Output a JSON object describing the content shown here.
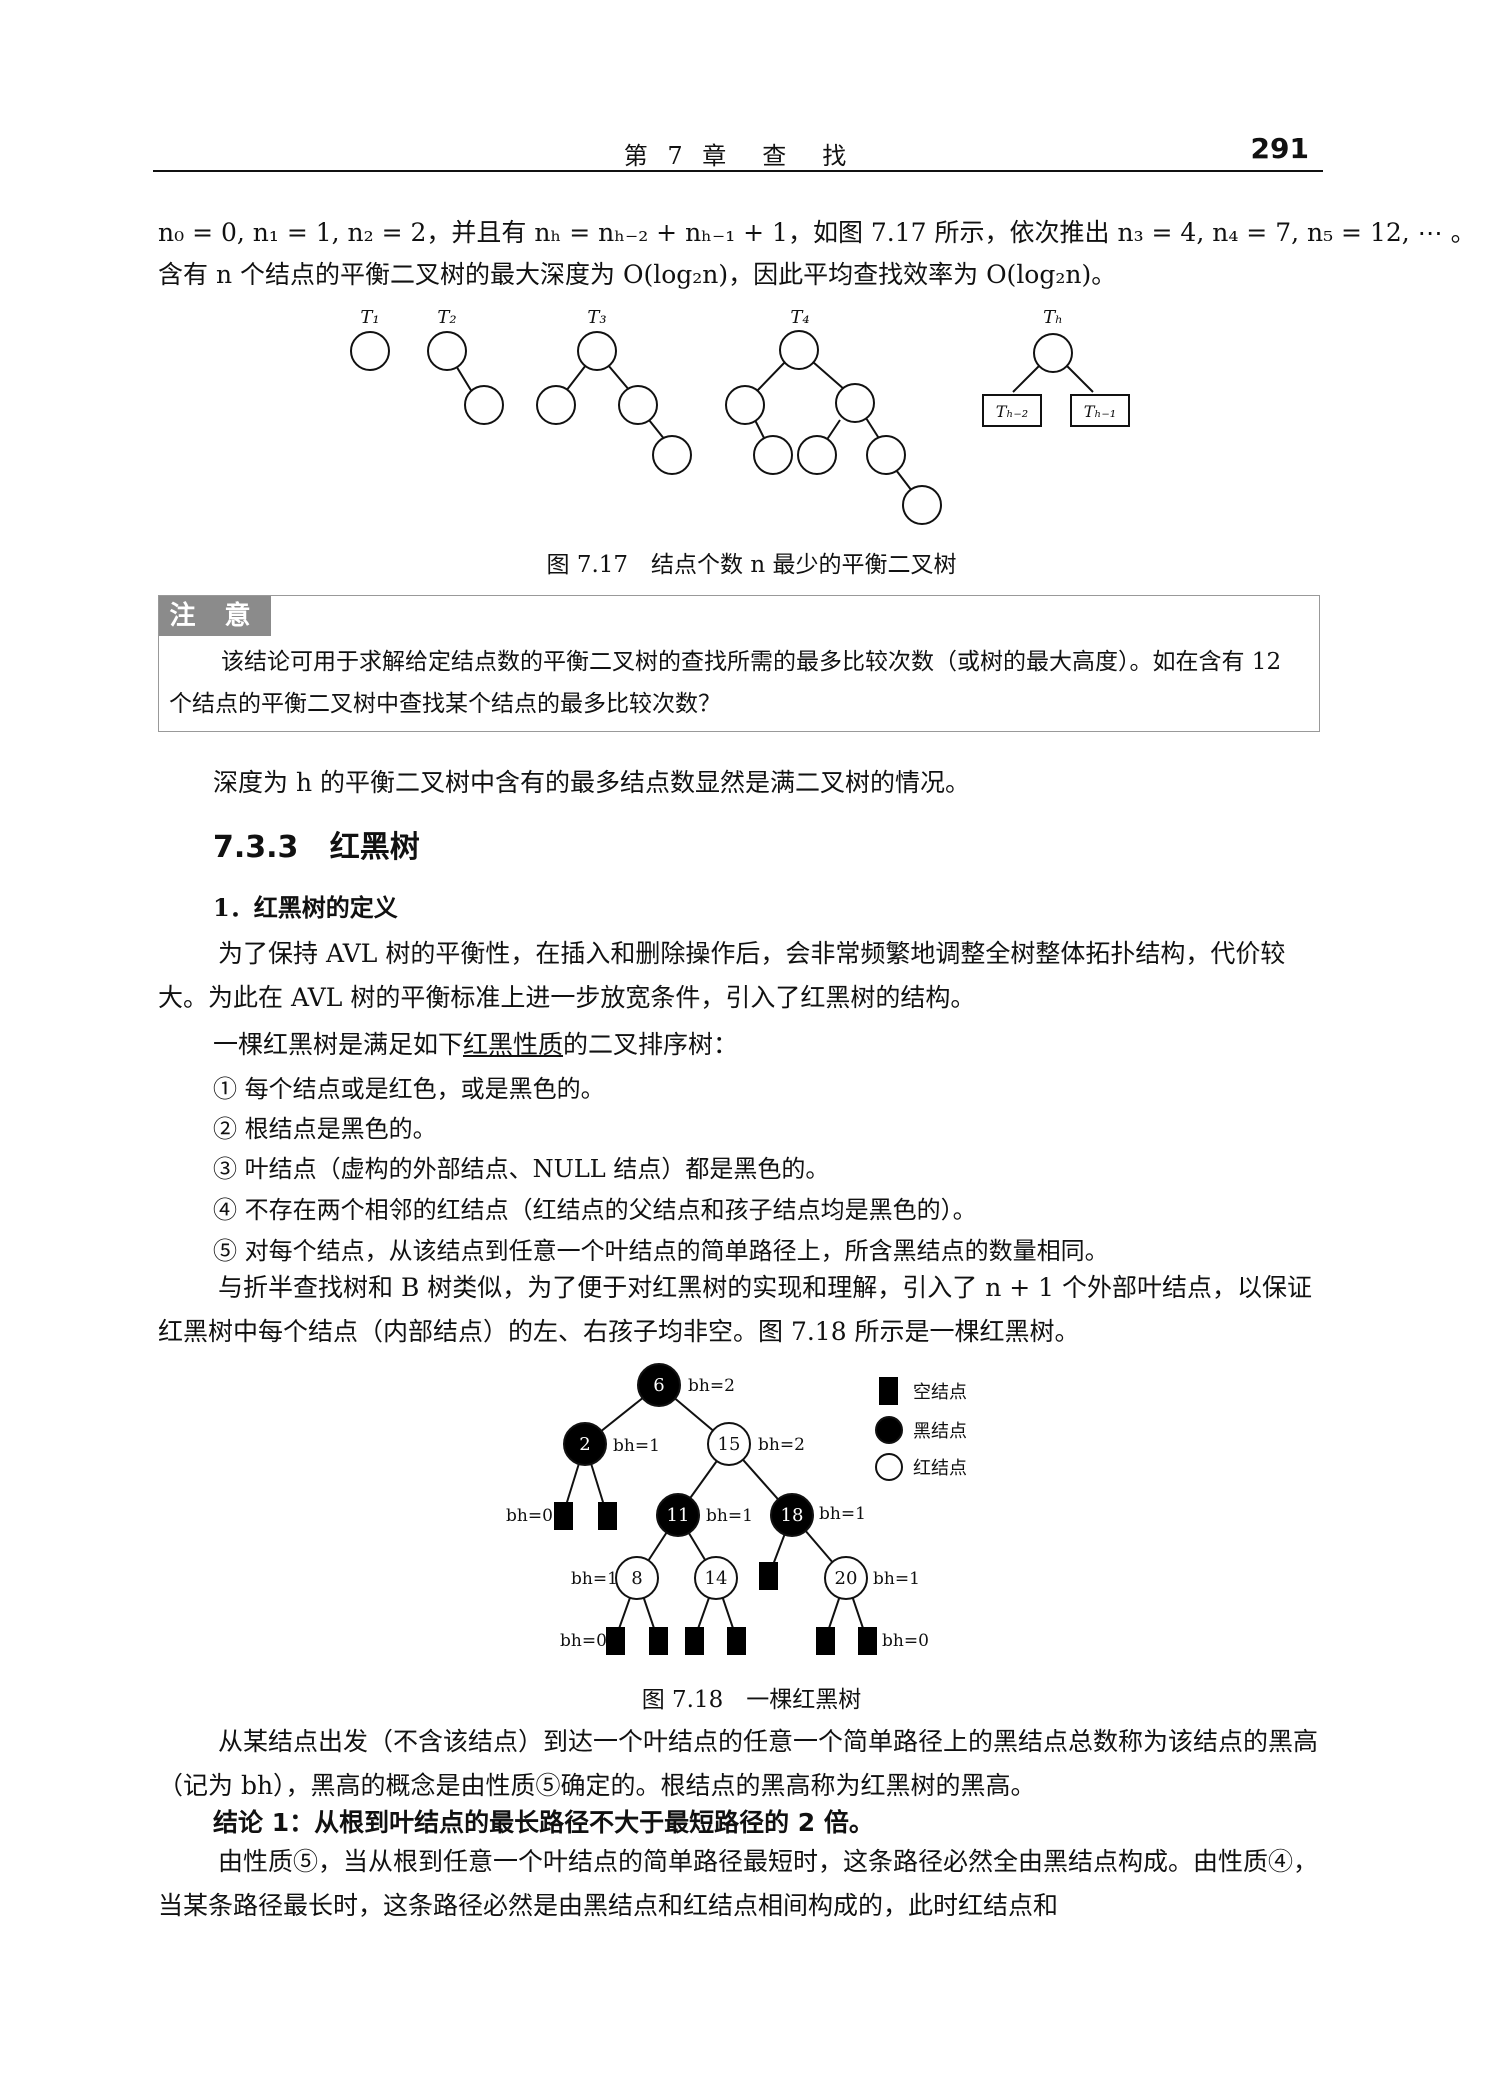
{
  "header": {
    "chapter": "第 7 章　查　找",
    "page_number": "291"
  },
  "intro": {
    "line1": "n₀ = 0, n₁ = 1, n₂ = 2，并且有 nₕ = nₕ₋₂ + nₕ₋₁ + 1，如图 7.17 所示，依次推出 n₃ = 4, n₄ = 7, n₅ = 12, ⋯ 。",
    "line2": "含有 n 个结点的平衡二叉树的最大深度为 O(log₂n)，因此平均查找效率为 O(log₂n)。"
  },
  "fig717": {
    "labels": [
      "T₁",
      "T₂",
      "T₃",
      "T₄",
      "Tₕ"
    ],
    "box_left": "Tₕ₋₂",
    "box_right": "Tₕ₋₁",
    "caption": "图 7.17　结点个数 n 最少的平衡二叉树"
  },
  "note": {
    "tag": "注 意",
    "body": "该结论可用于求解给定结点数的平衡二叉树的查找所需的最多比较次数（或树的最大高度）。如在含有 12 个结点的平衡二叉树中查找某个结点的最多比较次数？"
  },
  "after_note": "深度为 h 的平衡二叉树中含有的最多结点数显然是满二叉树的情况。",
  "section": {
    "number": "7.3.3",
    "title": "红黑树"
  },
  "subsection": "1．红黑树的定义",
  "para1": "为了保持 AVL 树的平衡性，在插入和删除操作后，会非常频繁地调整全树整体拓扑结构，代价较大。为此在 AVL 树的平衡标准上进一步放宽条件，引入了红黑树的结构。",
  "para2": {
    "before": "一棵红黑树是满足如下",
    "underlined": "红黑性质",
    "after": "的二叉排序树："
  },
  "properties": [
    "① 每个结点或是红色，或是黑色的。",
    "② 根结点是黑色的。",
    "③ 叶结点（虚构的外部结点、NULL 结点）都是黑色的。",
    "④ 不存在两个相邻的红结点（红结点的父结点和孩子结点均是黑色的）。",
    "⑤ 对每个结点，从该结点到任意一个叶结点的简单路径上，所含黑结点的数量相同。"
  ],
  "para3": "与折半查找树和 B 树类似，为了便于对红黑树的实现和理解，引入了 n + 1 个外部叶结点，以保证红黑树中每个结点（内部结点）的左、右孩子均非空。图 7.18 所示是一棵红黑树。",
  "fig718": {
    "nodes": [
      "6",
      "2",
      "15",
      "11",
      "18",
      "8",
      "14",
      "20"
    ],
    "bh_labels": [
      "bh=2",
      "bh=1",
      "bh=2",
      "bh=0",
      "bh=1",
      "bh=1",
      "bh=1",
      "bh=1",
      "bh=0",
      "bh=0"
    ],
    "legend": [
      "空结点",
      "黑结点",
      "红结点"
    ],
    "caption": "图 7.18　一棵红黑树"
  },
  "para4": "从某结点出发（不含该结点）到达一个叶结点的任意一个简单路径上的黑结点总数称为该结点的黑高（记为 bh），黑高的概念是由性质⑤确定的。根结点的黑高称为红黑树的黑高。",
  "conclusion1": "结论 1：从根到叶结点的最长路径不大于最短路径的 2 倍。",
  "para5": "由性质⑤，当从根到任意一个叶结点的简单路径最短时，这条路径必然全由黑结点构成。由性质④，当某条路径最长时，这条路径必然是由黑结点和红结点相间构成的，此时红结点和"
}
